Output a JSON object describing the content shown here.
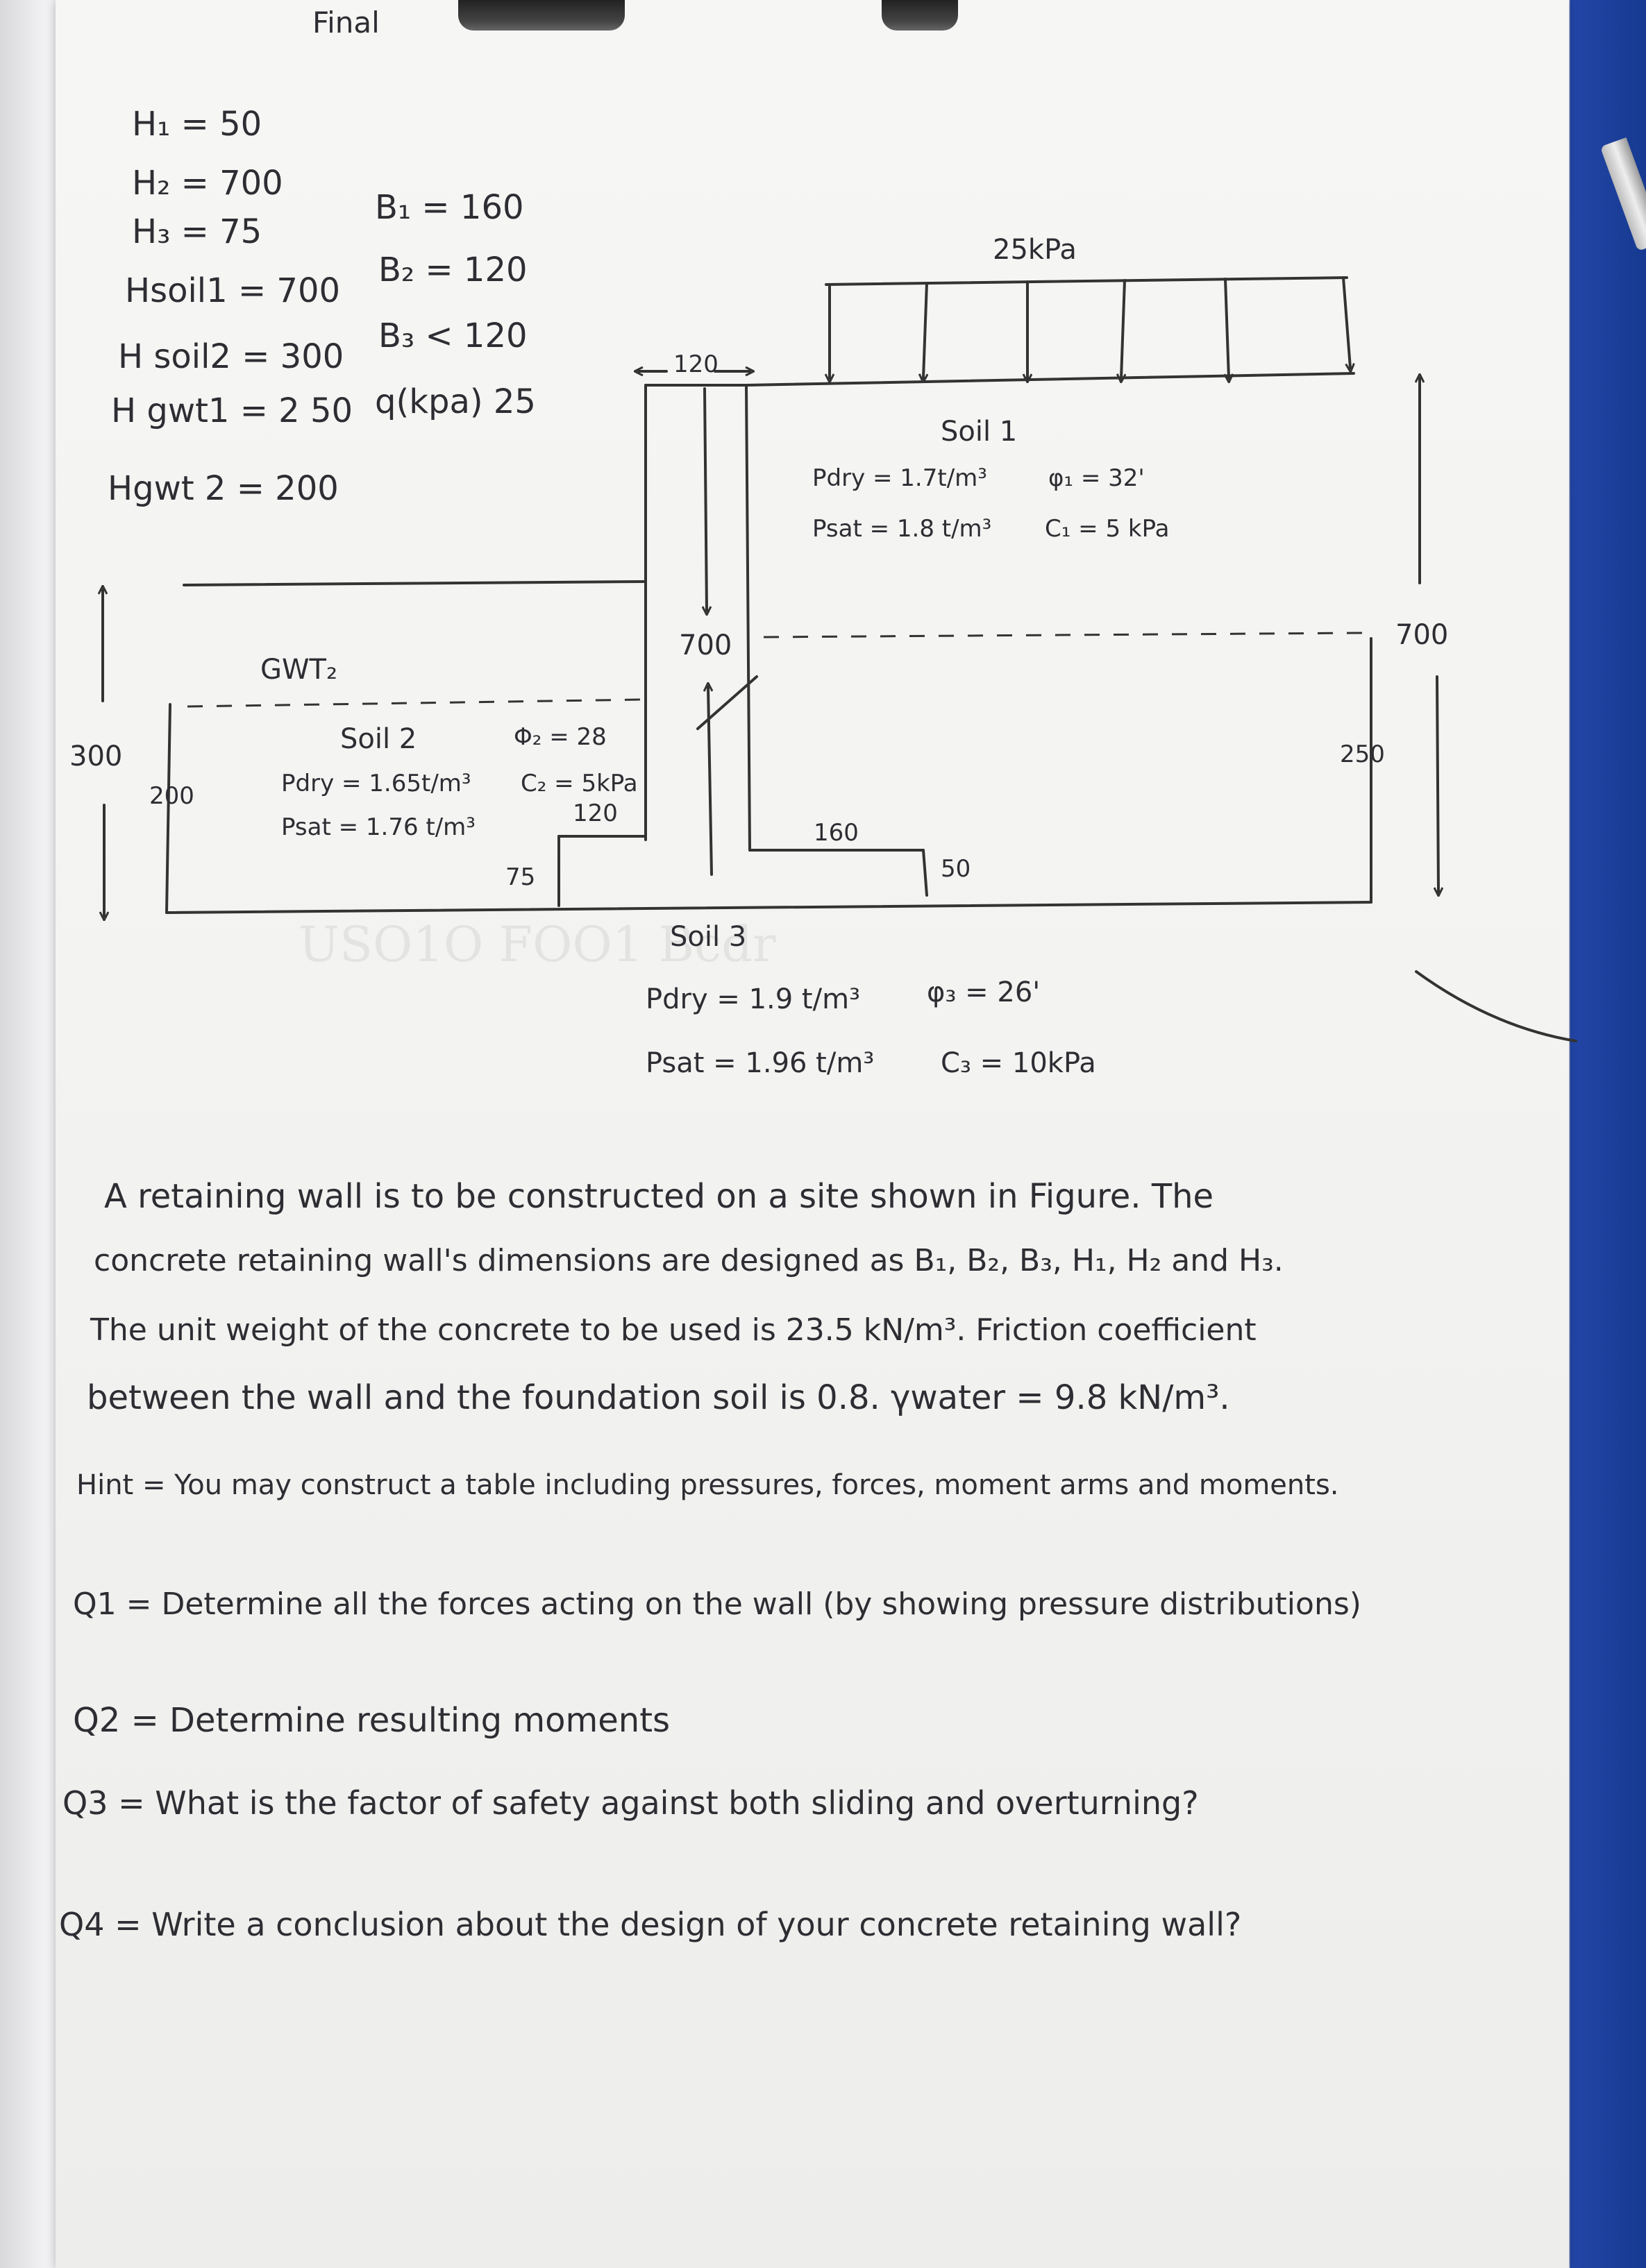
{
  "header": {
    "title": "Final"
  },
  "parameters": {
    "h1": "H₁ = 50",
    "h2": "H₂ = 700",
    "h3": "H₃ = 75",
    "hsoil1": "Hsoil1 = 700",
    "hsoil2": "H soil2 = 300",
    "hgwt1": "H gwt1 = 2 50",
    "hgwt2": "Hgwt 2 = 200",
    "b1": "B₁ = 160",
    "b2": "B₂ = 120",
    "b3": "B₃ < 120",
    "q": "q(kpa) 25"
  },
  "figure": {
    "surcharge_label": "25kPa",
    "top_width_label": "120",
    "stem_height_label": "700",
    "right_height_label": "700",
    "right_gwt_label": "250",
    "left_height_label": "300",
    "left_gwt_label": "200",
    "gwt2_label": "GWT₂",
    "toe_width_label": "120",
    "toe_height_label": "75",
    "heel_width_label": "160",
    "base_height_label": "50",
    "soil1": {
      "name": "Soil 1",
      "pdry": "Pdry = 1.7t/m³",
      "phi": "φ₁ = 32'",
      "psat": "Psat = 1.8 t/m³",
      "c": "C₁ = 5 kPa"
    },
    "soil2": {
      "name": "Soil 2",
      "phi": "Φ₂ = 28",
      "pdry": "Pdry = 1.65t/m³",
      "c": "C₂ = 5kPa",
      "psat": "Psat = 1.76 t/m³"
    },
    "soil3": {
      "name": "Soil 3",
      "pdry": "Pdry = 1.9 t/m³",
      "phi": "φ₃ = 26'",
      "psat": "Psat = 1.96 t/m³",
      "c": "C₃ = 10kPa"
    }
  },
  "problem": {
    "line1": "A retaining wall is to be constructed on a site shown in Figure. The",
    "line2": "concrete retaining wall's dimensions are designed as B₁, B₂, B₃, H₁, H₂ and H₃.",
    "line3": "The unit weight of the concrete to be used is 23.5 kN/m³. Friction coefficient",
    "line4": "between the wall and the foundation soil is 0.8. γwater = 9.8 kN/m³.",
    "hint": "Hint = You may construct a table including pressures, forces, moment arms and moments."
  },
  "questions": [
    "Q1 = Determine all the forces acting on the wall (by showing pressure distributions)",
    "Q2 = Determine resulting moments",
    "Q3 = What is the factor of safety against both sliding and overturning?",
    "Q4 = Write a conclusion about the design of your concrete retaining wall?"
  ]
}
